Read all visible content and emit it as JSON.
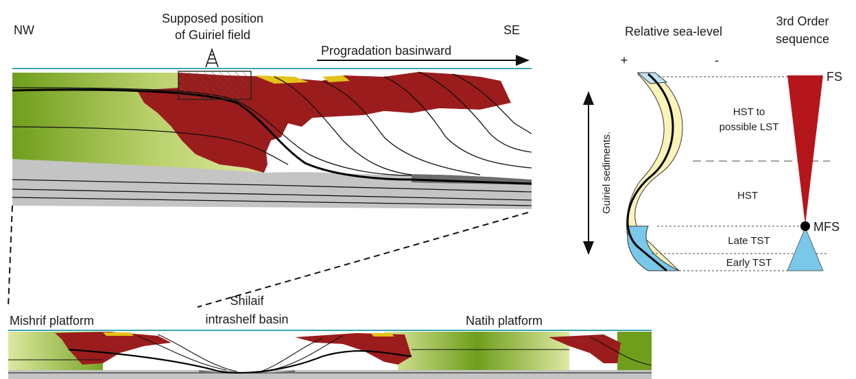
{
  "cross_section": {
    "left_label": "NW",
    "right_label": "SE",
    "field_label_line1": "Supposed position",
    "field_label_line2": "of Guiriel field",
    "progradation_label": "Progradation basinward"
  },
  "regional_section": {
    "mishrif_label": "Mishrif platform",
    "basin_label_line1": "Shilaif",
    "basin_label_line2": "intrashelf basin",
    "natih_label": "Natih platform"
  },
  "sea_level_panel": {
    "title": "Relative sea-level",
    "plus_label": "+",
    "minus_label": "-",
    "axis_label": "Guiriel sediments."
  },
  "sequence_panel": {
    "title_line1": "3rd Order",
    "title_line2": "sequence",
    "fs_label": "FS",
    "mfs_label": "MFS",
    "tract_hst_lst_line1": "HST to",
    "tract_hst_lst_line2": "possible LST",
    "tract_hst": "HST",
    "tract_late_tst": "Late TST",
    "tract_early_tst": "Early TST"
  },
  "colors": {
    "platform_green_dark": "#6f9e1c",
    "platform_green_light": "#dde8a0",
    "reef_red": "#9b1c1c",
    "basin_grey": "#c4c4c4",
    "sea_line": "#3aa6b0",
    "tst_blue": "#79c8ea",
    "tst_blue_light": "#bfe3f5",
    "hst_yellow": "#fbf3b8",
    "grain_yellow": "#e3c21a"
  }
}
